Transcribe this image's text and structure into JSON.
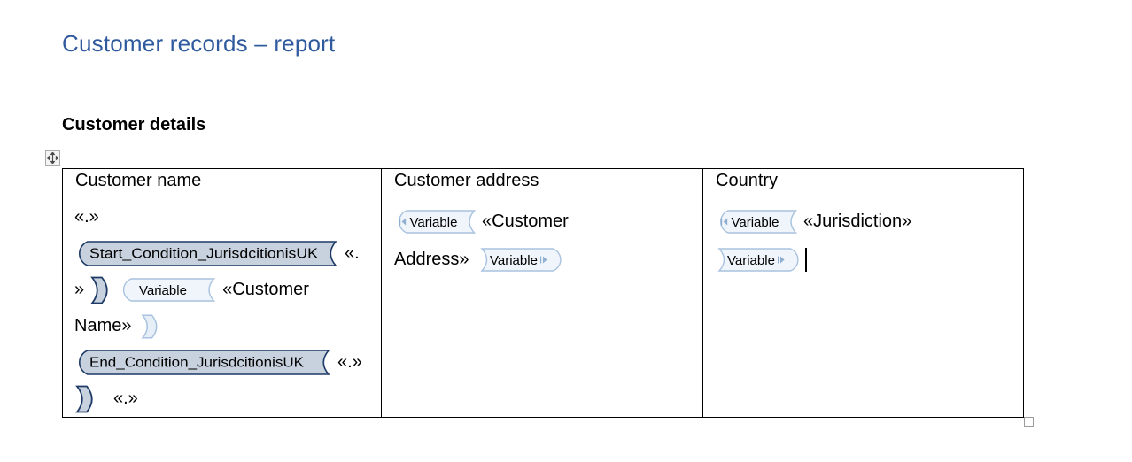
{
  "document": {
    "title": "Customer records – report",
    "heading": "Customer details"
  },
  "colors": {
    "title_blue": "#305A9E",
    "condition_tag_fill": "#C8D2DE",
    "condition_tag_border": "#1E3A66",
    "variable_tag_fill": "#F0F5FB",
    "variable_tag_border": "#A8C2DF",
    "collapse_arrow": "#8FAFD0",
    "table_border": "#000000"
  },
  "icons": {
    "table_move": "move-cross-icon",
    "table_resize": "resize-handle",
    "collapse_left": "collapse-left-icon",
    "collapse_right": "collapse-right-icon"
  },
  "table": {
    "headers": [
      "Customer name",
      "Customer address",
      "Country"
    ],
    "cell_customer_name": {
      "chevron_dot_line1": "«.»",
      "start_condition_tag": "Start_Condition_JurisdcitionisUK",
      "chevron_after_start": "«.",
      "chevron_close": "»",
      "variable_tag": "Variable",
      "field_word1": "«Customer",
      "field_word2": "Name»",
      "end_condition_tag": "End_Condition_JurisdcitionisUK",
      "chevron_after_end": "«.»",
      "chevron_dot_last": "«.»"
    },
    "cell_customer_address": {
      "start_tag_label": "Variable",
      "field_word1": "«Customer",
      "field_word2": "Address»",
      "end_tag_label": "Variable"
    },
    "cell_country": {
      "start_tag_label": "Variable",
      "field": "«Jurisdiction»",
      "end_tag_label": "Variable"
    }
  }
}
